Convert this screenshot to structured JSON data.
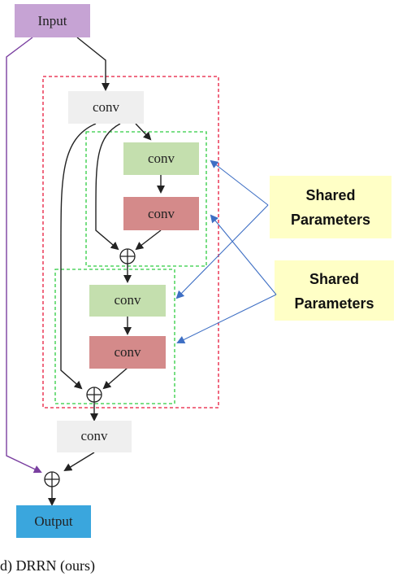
{
  "nodes": {
    "input": "Input",
    "conv_top": "conv",
    "conv_a1": "conv",
    "conv_b1": "conv",
    "conv_a2": "conv",
    "conv_b2": "conv",
    "conv_bottom": "conv",
    "output": "Output"
  },
  "callouts": [
    {
      "line1": "Shared",
      "line2": "Parameters"
    },
    {
      "line1": "Shared",
      "line2": "Parameters"
    }
  ],
  "caption": "d) DRRN (ours)",
  "colors": {
    "input_fill": "#c6a3d4",
    "output_fill": "#3aa6dd",
    "conv_gray": "#efefef",
    "conv_green": "#c4dfae",
    "conv_red": "#d48a8a",
    "callout_fill": "#ffffc6",
    "outer_dash": "#e8193c",
    "inner_dash": "#2ecc40",
    "link_blue": "#3e6fc4",
    "skip_purple": "#8a4fb0"
  }
}
